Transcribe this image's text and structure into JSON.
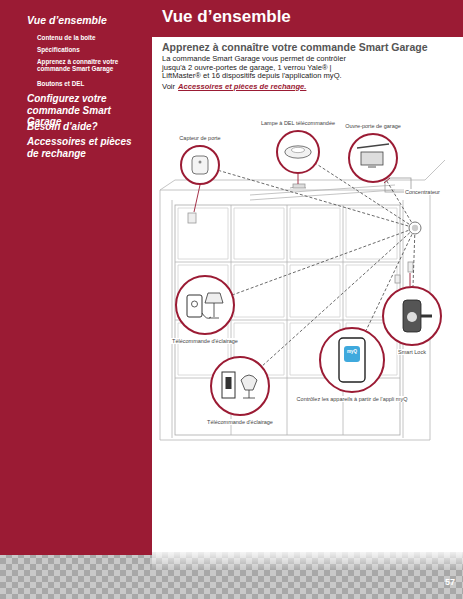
{
  "diagram": {
    "title": "Vue d’ensemble",
    "nodes": [
      {
        "text": [
          "Lampe à DEL télécommandée"
        ]
      },
      {
        "text": [
          "Capteur de porte"
        ]
      },
      {
        "text": [
          "Ouvre-porte de garage"
        ]
      },
      {
        "text": [
          "Concentrateur"
        ]
      },
      {
        "text": [
          "Télécommande d'éclairage"
        ]
      },
      {
        "text": [
          "Smart Lock"
        ]
      },
      {
        "text": [
          "Contrôlez les appareils à partir de l'appli myQ"
        ]
      },
      {
        "text": [
          "Télécommande d'éclairage"
        ]
      }
    ],
    "edges": [
      {
        "from": 3,
        "to": 0,
        "arrow": "none"
      },
      {
        "from": 3,
        "to": 1,
        "arrow": "none"
      },
      {
        "from": 3,
        "to": 2,
        "arrow": "none"
      },
      {
        "from": 3,
        "to": 4,
        "arrow": "none"
      },
      {
        "from": 3,
        "to": 5,
        "arrow": "none"
      },
      {
        "from": 3,
        "to": 6,
        "arrow": "none"
      },
      {
        "from": 3,
        "to": 7,
        "arrow": "none"
      }
    ],
    "labels": [
      "Vue d’ensemble",
      "Contenu de la boîte",
      "Spécifications",
      "Apprenez à connaître votre commande Smart Garage",
      "Boutons et DEL",
      "Configurez votre commande Smart Garage",
      "Besoin d'aide?",
      "Accessoires et pièces de rechange",
      "Apprenez à connaître votre commande Smart Garage",
      "La commande Smart Garage vous permet de contrôler jusqu'à 2 ouvre-portes de garage, 1 verrou Yale® | LiftMaster® et 16 dispositifs depuis l'application myQ.",
      "Voir",
      "Accessoires et pièces de rechange.",
      "myQ",
      "57"
    ]
  }
}
